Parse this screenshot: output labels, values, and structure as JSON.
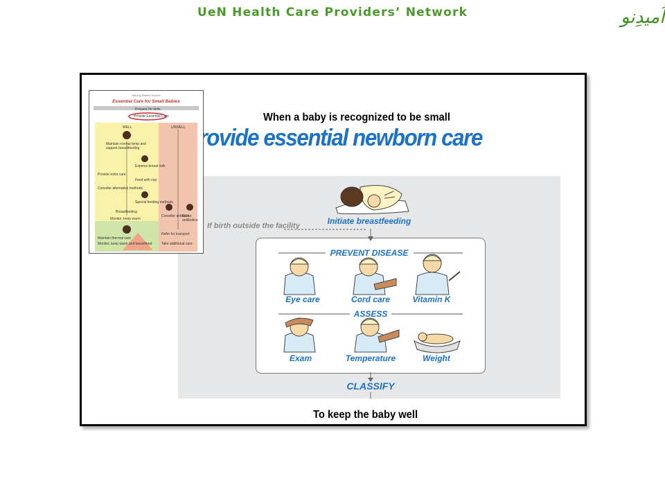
{
  "header": {
    "network_title": "UeN Health Care Providers’ Network",
    "logo_text": "اُمیدِنو"
  },
  "slide": {
    "subtitle_top": "When a baby is recognized to be small",
    "main_title": "Provide essential newborn care",
    "subtitle_bottom": "To keep the baby well"
  },
  "thumbnail": {
    "kicker": "Helping Babies Survive",
    "title": "Essential Care for Small Babies",
    "prepare_label": "Prepare for birth",
    "oval_label": "Provide Essential Care",
    "well_label": "WELL",
    "unwell_label": "UNWELL",
    "step_1": "Maintain normal temp and support breastfeeding",
    "step_2": "Express breast milk",
    "step_3": "Provide extra care",
    "step_4": "Consider alternative methods",
    "step_5": "Feed with cup",
    "step_6": "Special feeding methods",
    "step_7": "Breastfeeding",
    "step_8": "Monitor, keep warm",
    "step_9": "Consider antibiotics",
    "step_10": "Give antibiotics",
    "step_11": "Maintain thermal care",
    "step_12": "Monitor, keep warm and breastfeed",
    "step_13": "Refer for transport",
    "step_14": "Take additional care"
  },
  "diagram": {
    "birth_outside_label": "If birth outside the facility",
    "initiate_label": "Initiate breastfeeding",
    "prevent_heading": "PREVENT DISEASE",
    "prevent_items": [
      "Eye care",
      "Cord care",
      "Vitamin K"
    ],
    "assess_heading": "ASSESS",
    "assess_items": [
      "Exam",
      "Temperature",
      "Weight"
    ],
    "classify_label": "CLASSIFY"
  },
  "colors": {
    "header_green": "#4a9a2a",
    "title_blue": "#1b72c6",
    "panel_grey": "#e6e7e8",
    "skin": "#f7d9a8",
    "blanket_blue": "#d6ebf7"
  }
}
